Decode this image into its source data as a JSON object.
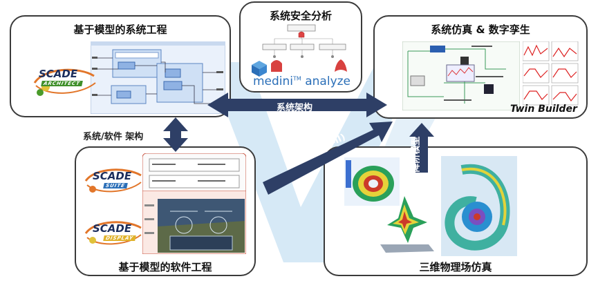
{
  "panels": {
    "mbse": {
      "title": "基于模型的系统工程"
    },
    "safety": {
      "title": "系统安全分析"
    },
    "sim": {
      "title": "系统仿真 & 数字孪生"
    },
    "software": {
      "title": "基于模型的软件工程"
    },
    "physics": {
      "title": "三维物理场仿真"
    }
  },
  "connectors": {
    "system_arch": "系统架构",
    "sys_sw_arch": "系统/软件 架构",
    "fmi": "软件模块 (FMI)",
    "rom": "降阶模型"
  },
  "logos": {
    "scade_architect": {
      "name": "SCADE",
      "sub": "ARCHITECT"
    },
    "scade_suite": {
      "name": "SCADE",
      "sub": "SUITE"
    },
    "scade_display": {
      "name": "SCADE",
      "sub": "DISPLAY"
    },
    "medini": {
      "prefix": "medini",
      "tm": "TM",
      "suffix": "analyze"
    },
    "twin_builder": "Twin Builder"
  },
  "colors": {
    "arrow": "#2e3f66",
    "scade_blue": "#1b2d5c",
    "scade_orange": "#e2762a",
    "scade_green": "#3f8f2a",
    "medini_blue": "#2b6fb8",
    "bg_v": "#d6e9f6"
  }
}
